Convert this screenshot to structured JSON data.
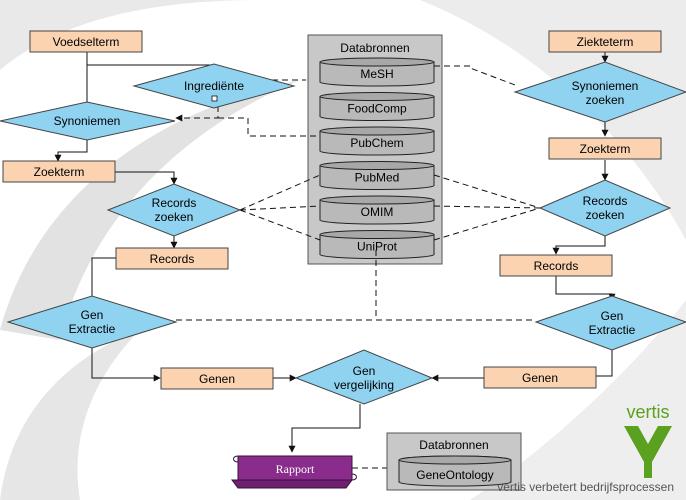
{
  "nodes": {
    "voedselterm": "Voedselterm",
    "ingrediente": "Ingrediënte",
    "synoniemen_left": "Synoniemen",
    "zoekterm_left": "Zoekterm",
    "records_zoeken_left": [
      "Records",
      "zoeken"
    ],
    "records_left": "Records",
    "gen_extractie_left": [
      "Gen",
      "Extractie"
    ],
    "genen_left": "Genen",
    "gen_vergelijking": [
      "Gen",
      "vergelijking"
    ],
    "rapport": "Rapport",
    "ziekteterm": "Ziekteterm",
    "synoniemen_zoeken_right": [
      "Synoniemen",
      "zoeken"
    ],
    "zoekterm_right": "Zoekterm",
    "records_zoeken_right": [
      "Records",
      "zoeken"
    ],
    "records_right": "Records",
    "gen_extractie_right": [
      "Gen",
      "Extractie"
    ],
    "genen_right": "Genen"
  },
  "databronnen": {
    "title": "Databronnen",
    "sources": [
      "MeSH",
      "FoodComp",
      "PubChem",
      "PubMed",
      "OMIM",
      "UniProt"
    ]
  },
  "databronnen_bottom": {
    "title": "Databronnen",
    "sources": [
      "GeneOntology"
    ]
  },
  "brand": {
    "logo_text": "vertis",
    "slogan": "vertis verbetert bedrijfsprocessen",
    "logo_color": "#5aa11f"
  },
  "colors": {
    "process_fill": "#fbd3b0",
    "decision_fill": "#8fd3f0",
    "report_fill": "#8a2c8c"
  }
}
